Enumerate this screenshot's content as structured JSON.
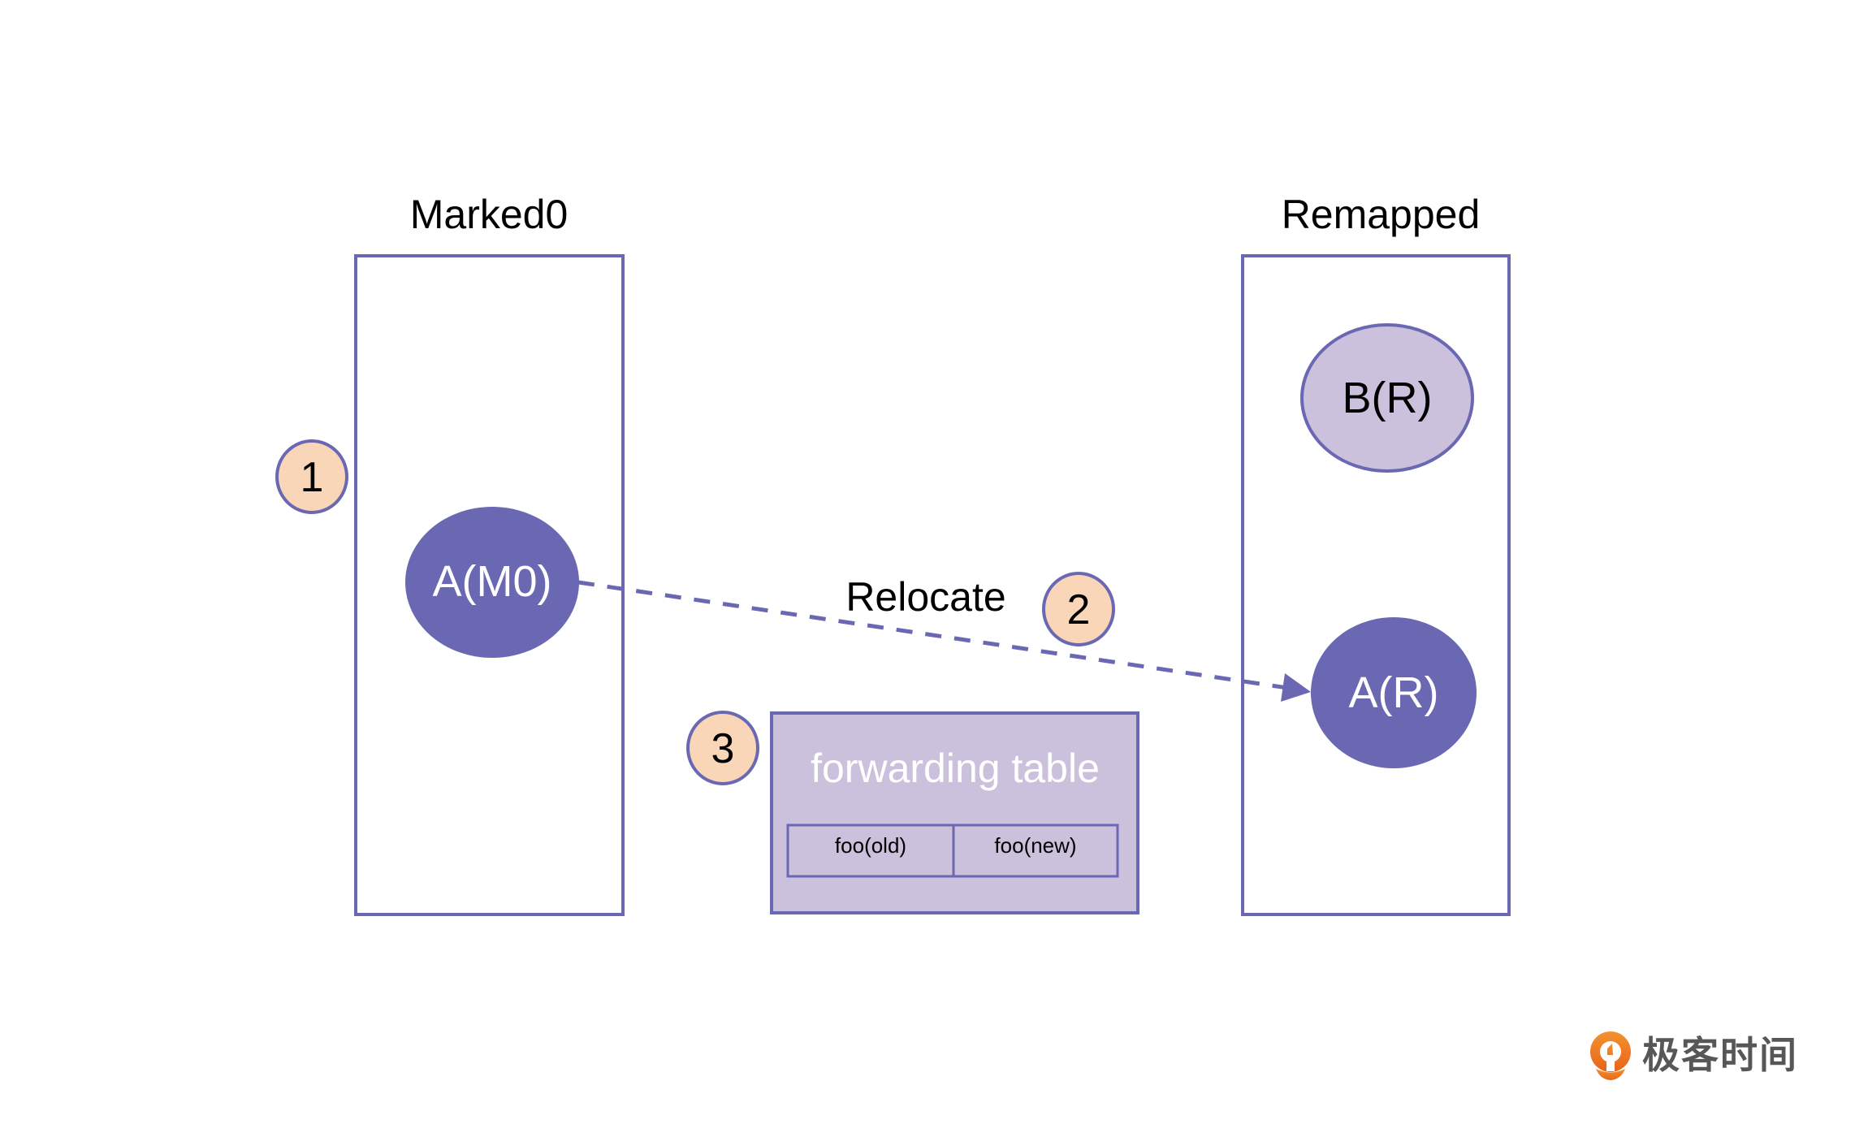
{
  "diagram": {
    "colors": {
      "stroke": "#6A68B3",
      "node_dark": "#6A68B3",
      "node_light": "#CBC1DC",
      "step_badge": "#FAD6B8",
      "table_fill": "#CBC1DC",
      "text_dark": "#000000",
      "text_light": "#FFFFFF",
      "logo_orange": "#EE7A22",
      "logo_text": "#575757"
    },
    "regions": [
      {
        "id": "marked0",
        "title": "Marked0"
      },
      {
        "id": "remapped",
        "title": "Remapped"
      }
    ],
    "nodes": [
      {
        "id": "a_m0",
        "label": "A(M0)",
        "region": "marked0",
        "style": "dark"
      },
      {
        "id": "b_r",
        "label": "B(R)",
        "region": "remapped",
        "style": "light"
      },
      {
        "id": "a_r",
        "label": "A(R)",
        "region": "remapped",
        "style": "dark"
      }
    ],
    "edges": [
      {
        "from": "a_m0",
        "to": "a_r",
        "label": "Relocate",
        "style": "dashed",
        "arrow": "end"
      }
    ],
    "steps": [
      "1",
      "2",
      "3"
    ],
    "forwarding_table": {
      "title": "forwarding table",
      "columns": [
        "foo(old)",
        "foo(new)"
      ]
    }
  },
  "logo": {
    "icon": "geektime-logo-icon",
    "text": "极客时间"
  }
}
